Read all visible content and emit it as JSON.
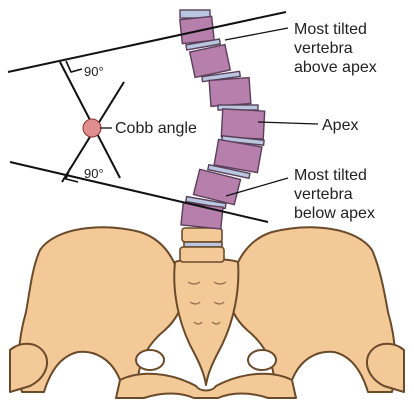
{
  "labels": {
    "top_vertebra": [
      "Most tilted",
      "vertebra",
      "above apex"
    ],
    "apex": "Apex",
    "bottom_vertebra": [
      "Most tilted",
      "vertebra",
      "below apex"
    ],
    "cobb_angle": "Cobb angle",
    "right_angle_top": "90°",
    "right_angle_bottom": "90°"
  },
  "colors": {
    "bone": "#f3c998",
    "bone_outline": "#6b4a2a",
    "spine_segment": "#b77fab",
    "disc": "#b9c6e0",
    "line": "#111111",
    "cobb_marker": "#e08f8f"
  }
}
